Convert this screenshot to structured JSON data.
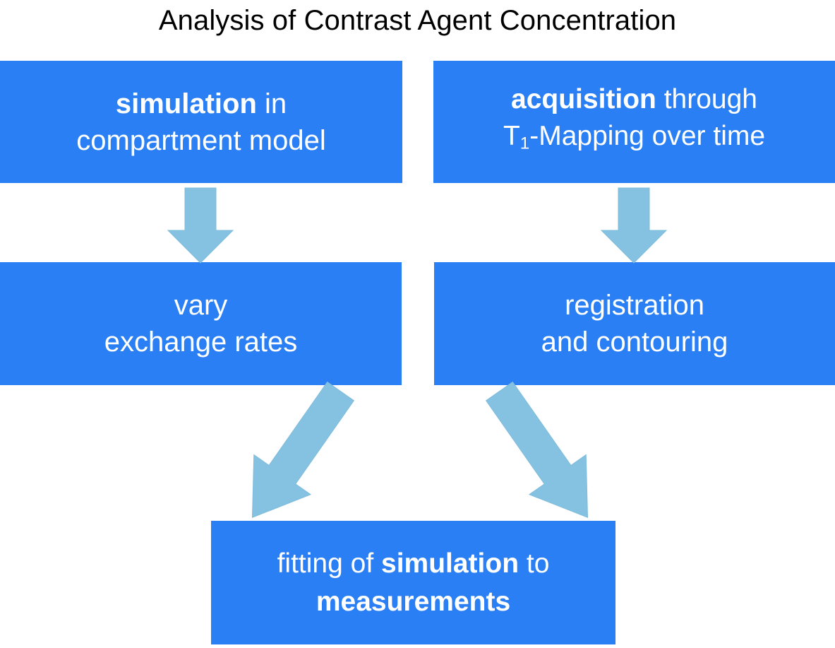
{
  "title": "Analysis of Contrast Agent Concentration",
  "colors": {
    "box_fill": "#2B7FF5",
    "box_text": "#FFFFFF",
    "arrow_fill": "#85C1E0",
    "arrow_stroke": "#7FBCDD",
    "background": "#FFFFFF",
    "title_text": "#000000"
  },
  "diagram": {
    "type": "flowchart",
    "columns": 2,
    "boxes": [
      {
        "id": "simulation",
        "row": 1,
        "column": "left",
        "line1_bold": "simulation",
        "line1_rest": " in",
        "line2": "compartment model",
        "plain_text": "simulation in compartment model"
      },
      {
        "id": "acquisition",
        "row": 1,
        "column": "right",
        "line1_bold": "acquisition",
        "line1_rest": " through",
        "line2_prefix": "T",
        "line2_subscript": "1",
        "line2_rest": "-Mapping over time",
        "plain_text": "acquisition through T1-Mapping over time"
      },
      {
        "id": "vary",
        "row": 2,
        "column": "left",
        "line1": "vary",
        "line2": "exchange rates",
        "plain_text": "vary exchange rates"
      },
      {
        "id": "registration",
        "row": 2,
        "column": "right",
        "line1": "registration",
        "line2": "and contouring",
        "plain_text": "registration and contouring"
      },
      {
        "id": "fitting",
        "row": 3,
        "column": "center",
        "line1_prefix": "fitting of ",
        "line1_bold": "simulation",
        "line1_suffix": " to",
        "line2_bold": "measurements",
        "plain_text": "fitting of simulation to measurements"
      }
    ],
    "arrows": [
      {
        "id": "simulation-to-vary",
        "from": "simulation",
        "to": "vary",
        "direction": "down"
      },
      {
        "id": "acquisition-to-registration",
        "from": "acquisition",
        "to": "registration",
        "direction": "down"
      },
      {
        "id": "vary-to-fitting",
        "from": "vary",
        "to": "fitting",
        "direction": "down-right"
      },
      {
        "id": "registration-to-fitting",
        "from": "registration",
        "to": "fitting",
        "direction": "down-left"
      }
    ]
  }
}
